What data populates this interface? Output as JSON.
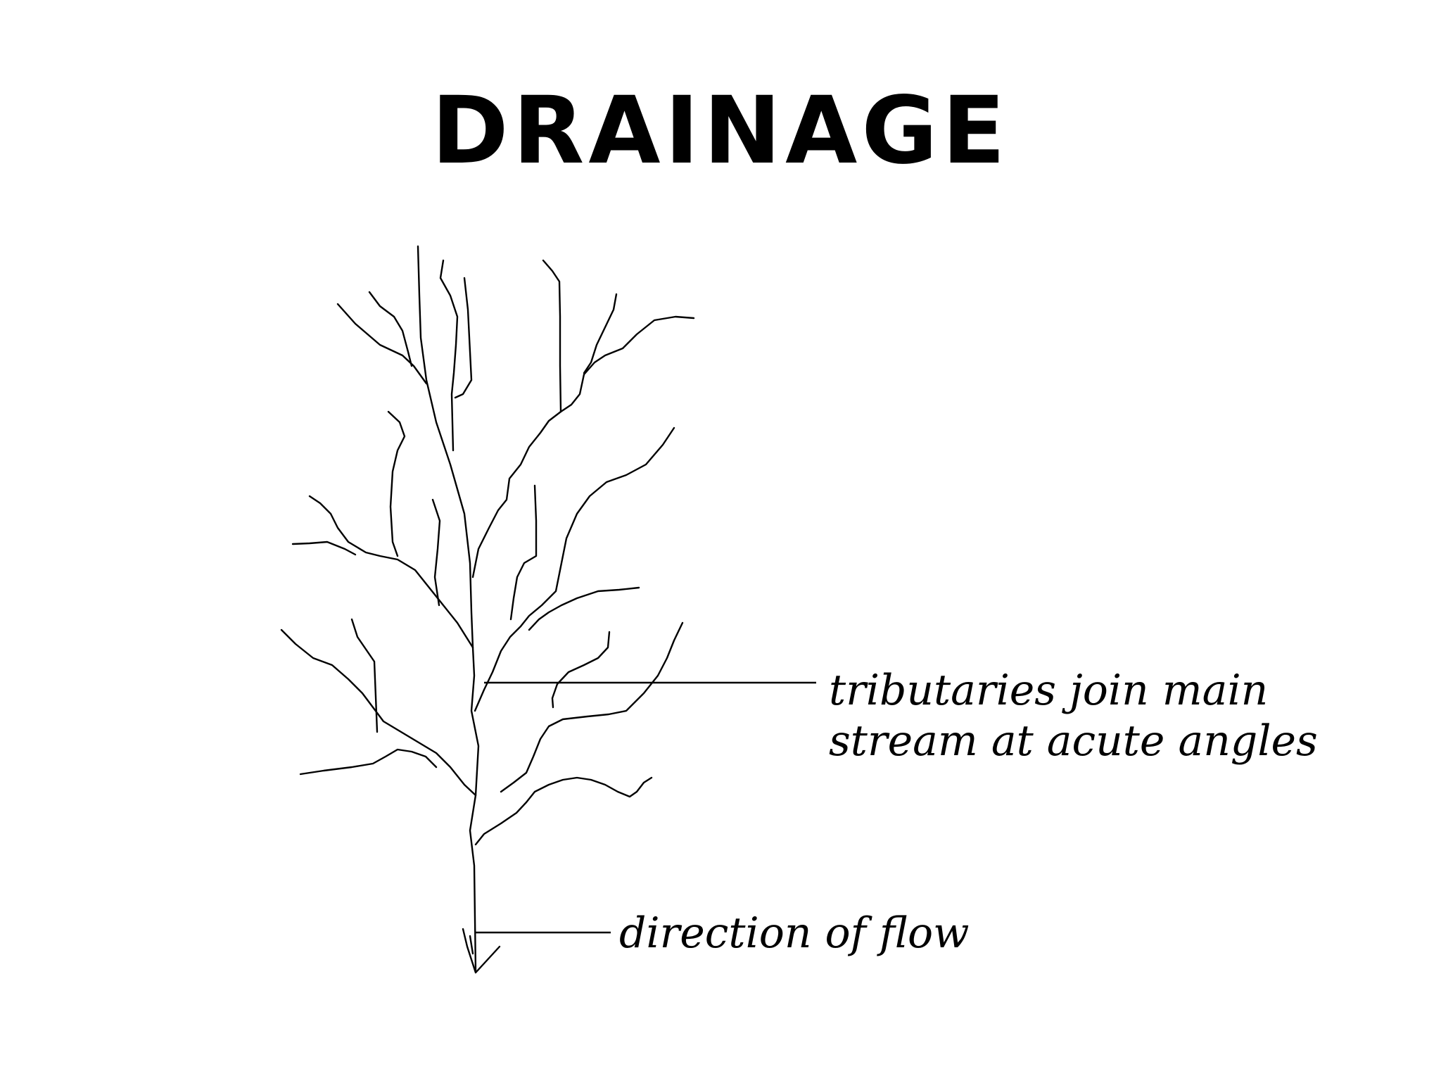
{
  "title": "DRAINAGE",
  "labels": {
    "tributaries_line1": "tributaries join main",
    "tributaries_line2": "stream at acute angles",
    "flow": "direction of flow"
  },
  "colors": {
    "background": "#ffffff",
    "ink": "#000000"
  }
}
